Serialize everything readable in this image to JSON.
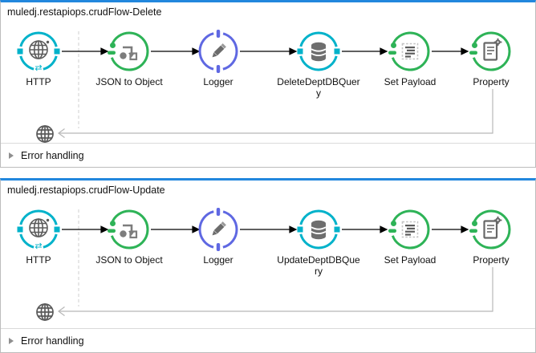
{
  "app": {
    "kind": "mule-flow-canvas"
  },
  "colors": {
    "flow_top_border": "#2287dd",
    "panel_border": "#bdbdbd",
    "http_cyan": "#00b2ca",
    "transform_green": "#2eb357",
    "logger_indigo": "#5f68e2",
    "arrow_black": "#000000",
    "return_line_gray": "#b7b7b7",
    "icon_gray": "#6a6a6a"
  },
  "flows": [
    {
      "title": "muledj.restapiops.crudFlow-Delete",
      "error_handling_label": "Error handling",
      "return_connector_icon": "globe-icon",
      "steps": [
        {
          "label": "HTTP",
          "type": "http-listener",
          "icon": "globe-icon",
          "color": "#00b2ca"
        },
        {
          "label": "JSON to Object",
          "type": "transformer",
          "icon": "transform-icon",
          "color": "#2eb357"
        },
        {
          "label": "Logger",
          "type": "logger",
          "icon": "pencil-icon",
          "color": "#5f68e2"
        },
        {
          "label": "DeleteDeptDBQuer",
          "label2": "y",
          "type": "database-query",
          "icon": "database-icon",
          "color": "#00b2ca"
        },
        {
          "label": "Set Payload",
          "type": "set-payload",
          "icon": "payload-lines-icon",
          "color": "#2eb357"
        },
        {
          "label": "Property",
          "type": "property",
          "icon": "document-gear-icon",
          "color": "#2eb357"
        }
      ]
    },
    {
      "title": "muledj.restapiops.crudFlow-Update",
      "error_handling_label": "Error handling",
      "return_connector_icon": "globe-icon",
      "steps": [
        {
          "label": "HTTP",
          "type": "http-listener",
          "icon": "globe-icon",
          "color": "#00b2ca"
        },
        {
          "label": "JSON to Object",
          "type": "transformer",
          "icon": "transform-icon",
          "color": "#2eb357"
        },
        {
          "label": "Logger",
          "type": "logger",
          "icon": "pencil-icon",
          "color": "#5f68e2"
        },
        {
          "label": "UpdateDeptDBQue",
          "label2": "ry",
          "type": "database-query",
          "icon": "database-icon",
          "color": "#00b2ca"
        },
        {
          "label": "Set Payload",
          "type": "set-payload",
          "icon": "payload-lines-icon",
          "color": "#2eb357"
        },
        {
          "label": "Property",
          "type": "property",
          "icon": "document-gear-icon",
          "color": "#2eb357"
        }
      ]
    }
  ]
}
